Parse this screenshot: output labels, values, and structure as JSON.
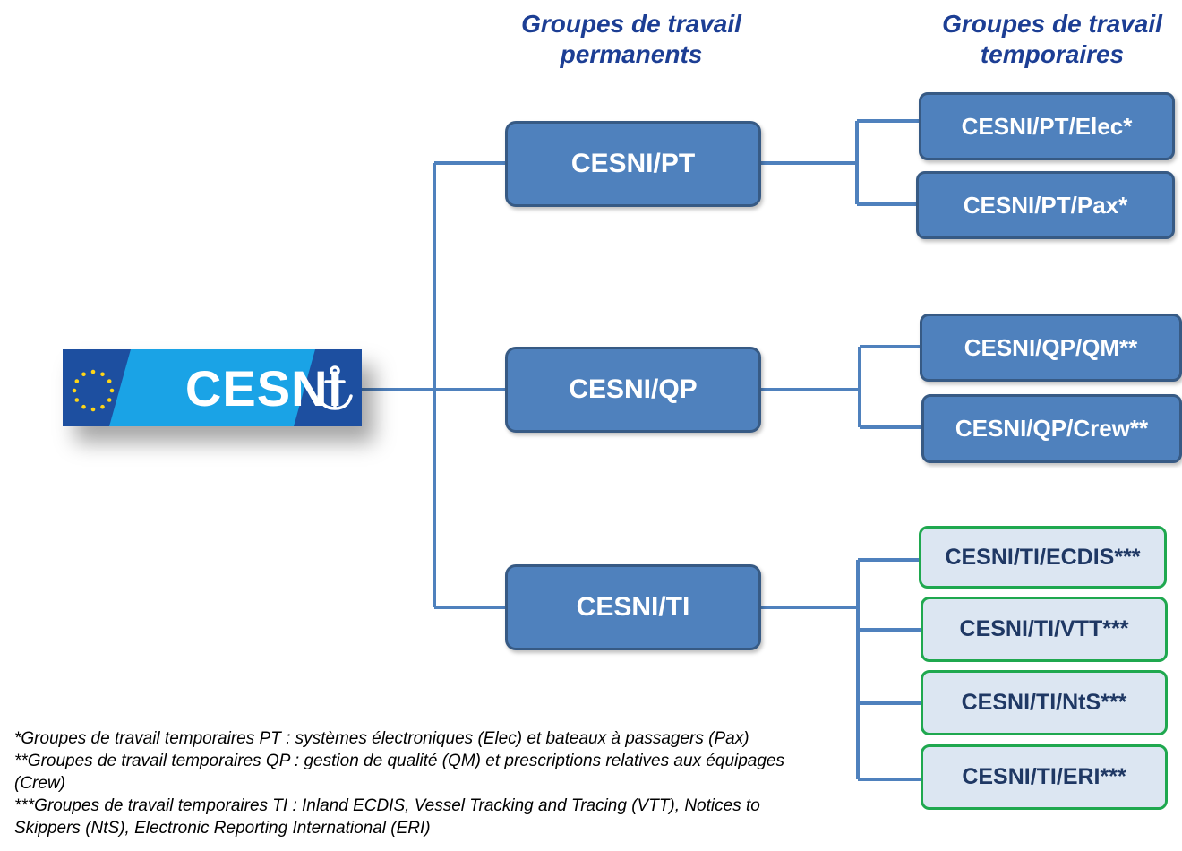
{
  "headers": {
    "permanent": [
      "Groupes de travail",
      "permanents"
    ],
    "temporary": [
      "Groupes de travail",
      "temporaires"
    ]
  },
  "logo": {
    "text": "CESNI",
    "icons": [
      "eu-stars-icon",
      "anchor-icon"
    ],
    "colors": {
      "dark_blue": "#1d4fa0",
      "light_blue": "#1aa3e6"
    }
  },
  "permanent_groups": [
    {
      "label": "CESNI/PT"
    },
    {
      "label": "CESNI/QP"
    },
    {
      "label": "CESNI/TI"
    }
  ],
  "temporary_groups": {
    "pt": [
      "CESNI/PT/Elec*",
      "CESNI/PT/Pax*"
    ],
    "qp": [
      "CESNI/QP/QM**",
      "CESNI/QP/Crew**"
    ],
    "ti": [
      "CESNI/TI/ECDIS***",
      "CESNI/TI/VTT***",
      "CESNI/TI/NtS***",
      "CESNI/TI/ERI***"
    ]
  },
  "footnotes": [
    "*Groupes de travail temporaires PT : systèmes électroniques (Elec) et bateaux à passagers (Pax)",
    "**Groupes de travail temporaires QP : gestion de qualité (QM) et prescriptions relatives aux équipages (Crew)",
    "***Groupes de travail temporaires TI : Inland ECDIS, Vessel Tracking and Tracing (VTT), Notices to Skippers (NtS), Electronic Reporting International (ERI)"
  ],
  "colors": {
    "box_fill": "#4f81bd",
    "box_border": "#375a84",
    "ti_fill": "#dce6f2",
    "ti_border": "#1fa84f",
    "header_text": "#1c3e94",
    "connector": "#4f81bd"
  }
}
